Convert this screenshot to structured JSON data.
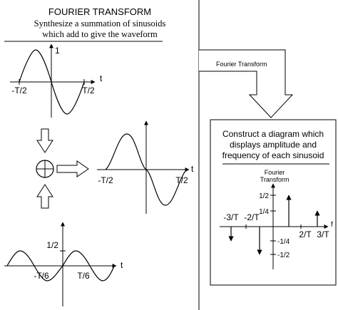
{
  "left_panel": {
    "title": "FOURIER TRANSFORM",
    "subtitle_line1": "Synthesize a summation of sinusoids",
    "subtitle_line2": "which add to give the waveform",
    "plot1": {
      "x_label": "t",
      "y_label": "1",
      "left_label": "-T/2",
      "right_label": "T/2"
    },
    "plot2": {
      "x_label": "t",
      "left_label": "-T/2",
      "right_label": "T/2"
    },
    "plot3": {
      "x_label": "t",
      "y_label": "1/2",
      "left_label": "-T/6",
      "right_label": "T/6"
    },
    "summation_icon": "circle-plus-icon"
  },
  "flow": {
    "arrow_label": "Fourier Transform"
  },
  "right_panel": {
    "heading_line1": "Construct a diagram which",
    "heading_line2": "displays amplitude and",
    "heading_line3": "frequency of each sinusoid",
    "spectrum": {
      "y_title_line1": "Fourier",
      "y_title_line2": "Transform",
      "x_label": "f",
      "tick_pos_half": "1/2",
      "tick_pos_quarter": "1/4",
      "tick_neg_quarter": "-1/4",
      "tick_neg_half": "-1/2",
      "label_neg_3t": "-3/T",
      "label_neg_2t": "-2/T",
      "label_pos_2t": "2/T",
      "label_pos_3t": "3/T"
    }
  }
}
